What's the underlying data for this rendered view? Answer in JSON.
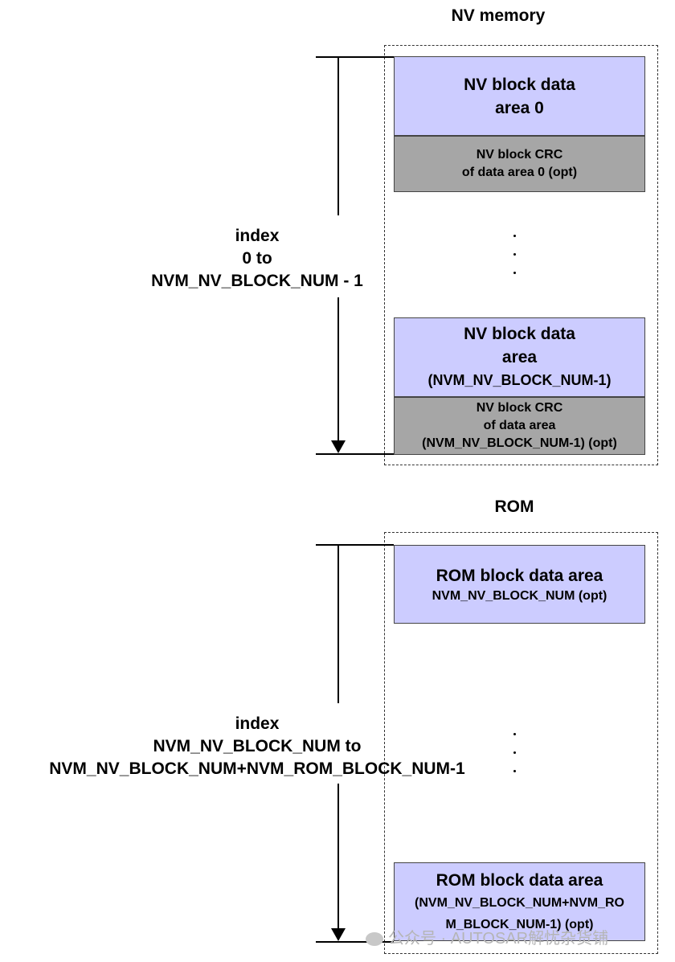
{
  "nv_section": {
    "title": "NV memory",
    "block0_data": [
      "NV block data",
      "area 0"
    ],
    "block0_crc": [
      "NV block CRC",
      "of  data area 0 (opt)"
    ],
    "blockN_data": [
      "NV block data",
      "area",
      "(NVM_NV_BLOCK_NUM-1)"
    ],
    "blockN_crc": [
      "NV block CRC",
      "of  data area",
      "(NVM_NV_BLOCK_NUM-1) (opt)"
    ],
    "index_label": [
      "index",
      "0 to",
      "NVM_NV_BLOCK_NUM - 1"
    ]
  },
  "rom_section": {
    "title": "ROM",
    "block0_data": [
      "ROM block data area",
      "NVM_NV_BLOCK_NUM (opt)"
    ],
    "blockN_data": [
      "ROM block data area",
      "(NVM_NV_BLOCK_NUM+NVM_RO",
      "M_BLOCK_NUM-1) (opt)"
    ],
    "index_label": [
      "index",
      "NVM_NV_BLOCK_NUM to",
      "NVM_NV_BLOCK_NUM+NVM_ROM_BLOCK_NUM-1"
    ]
  },
  "watermark": "公众号 · AUTOSAR解忧杂货铺"
}
